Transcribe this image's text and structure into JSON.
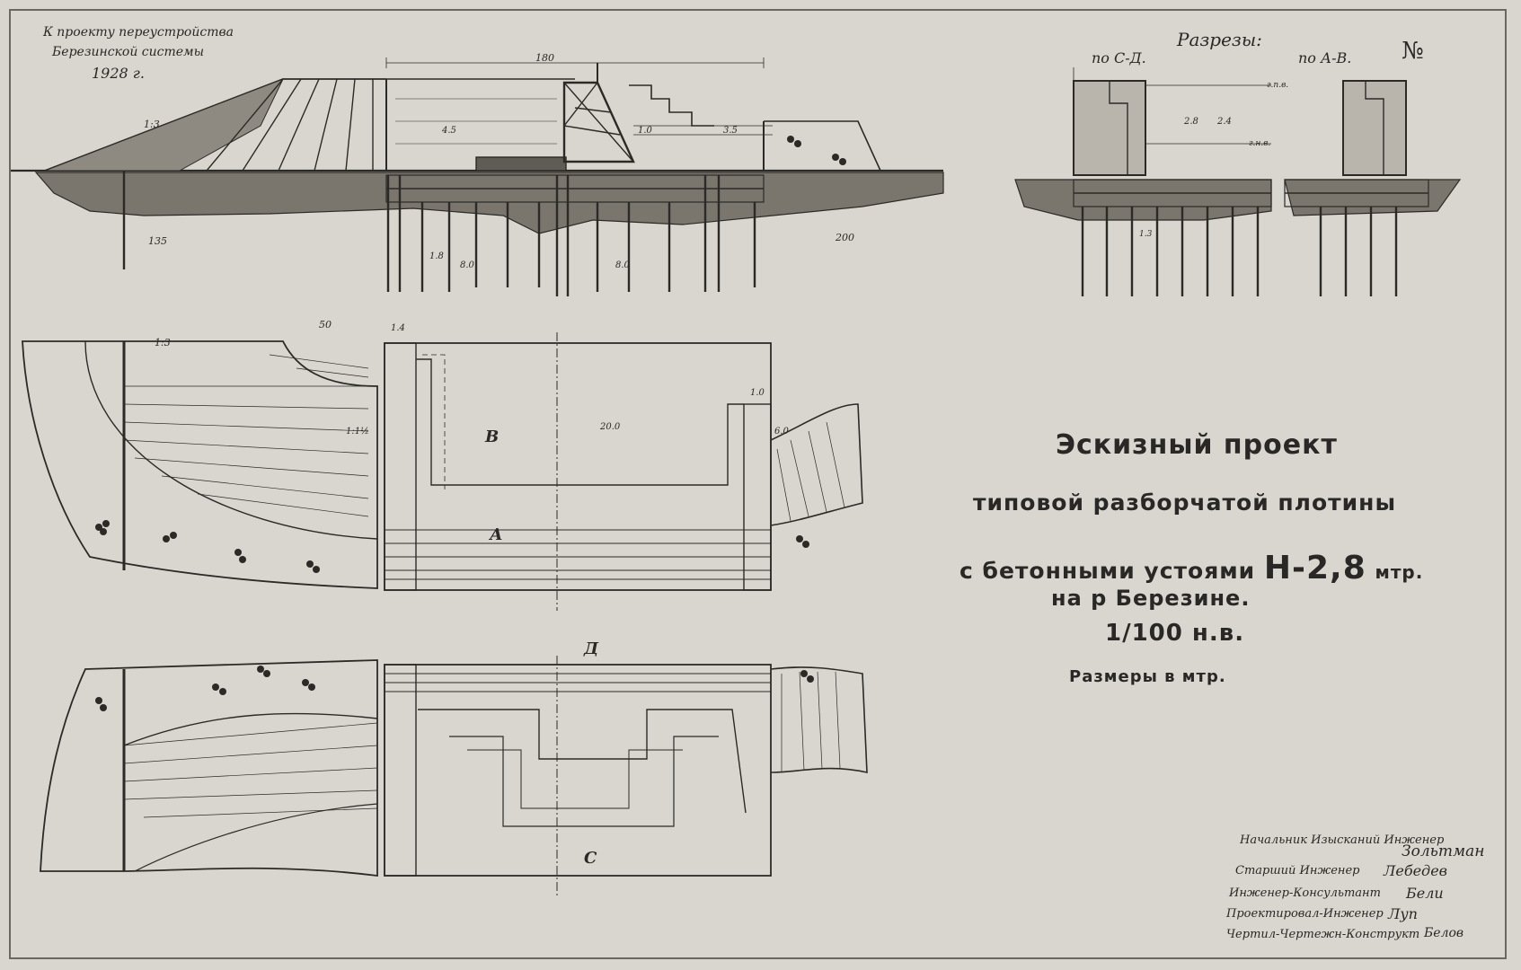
{
  "corner_note": {
    "line1": "К проекту переустройства",
    "line2": "Березинской системы",
    "year": "1928 г."
  },
  "sections": {
    "title": "Разрезы:",
    "cd": "по С-Д.",
    "ab": "по А-В.",
    "number": "№"
  },
  "title_block": {
    "line1": "Эскизный проект",
    "line2": "типовой разборчатой плотины",
    "line3_prefix": "с бетонными устоями",
    "line3_h": "Н-2,8",
    "line3_unit": "мтр.",
    "line4": "на р Березине.",
    "scale": "1/100 н.в.",
    "units": "Размеры в мтр."
  },
  "signatures": [
    {
      "role": "Начальник Изысканий Инженер",
      "name": "Зольтман"
    },
    {
      "role": "Старший Инженер",
      "name": "Лебедев"
    },
    {
      "role": "Инженер-Консультант",
      "name": "Бели"
    },
    {
      "role": "Проектировал-Инженер",
      "name": "Луп"
    },
    {
      "role": "Чертил-Чертежн-Конструкт",
      "name": "Белов"
    }
  ],
  "dimensions": {
    "top_length": "180",
    "pile_spacing": "1.8",
    "left_span": "135",
    "right_span": "200",
    "h45": "4.5",
    "d35": "3.5",
    "d10": "1.0",
    "d80": "8.0",
    "slope13": "1:3",
    "slope115": "1:1½",
    "d50": "50",
    "d14": "1.4",
    "d200": "20.0",
    "d10b": "1.0",
    "d60": "6.0",
    "markA": "А",
    "markB": "В",
    "markC": "С",
    "markD": "Д",
    "d24": "2.4",
    "d28": "2.8",
    "d13": "1.3",
    "gpv": "г.п.в.",
    "gnv": "г.н.в."
  }
}
